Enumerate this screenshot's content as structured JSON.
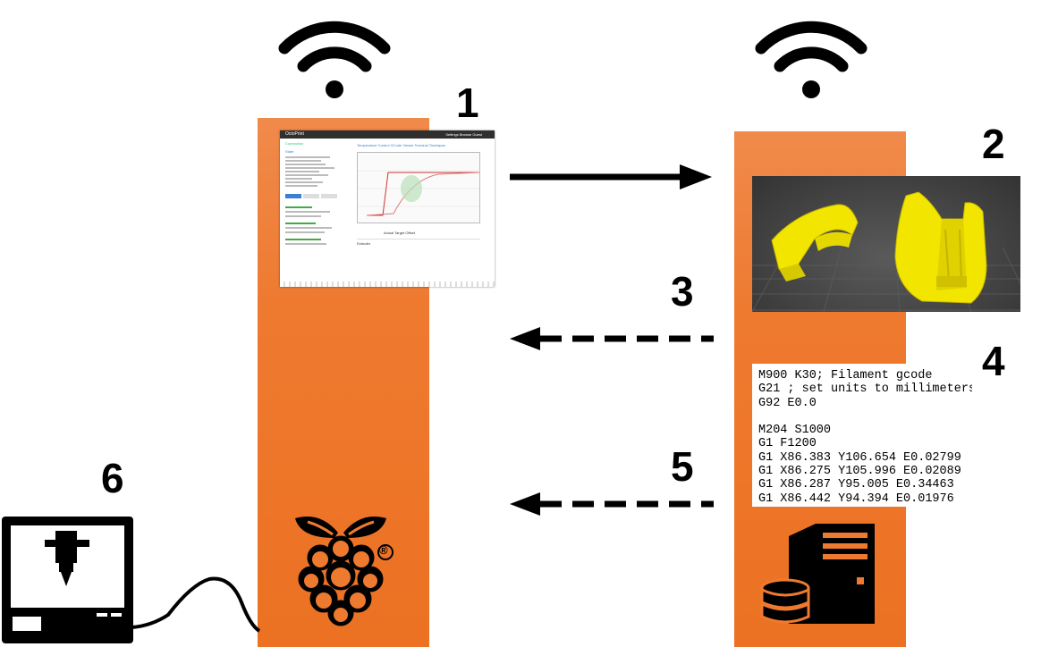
{
  "steps": {
    "one": "1",
    "two": "2",
    "three": "3",
    "four": "4",
    "five": "5",
    "six": "6"
  },
  "colors": {
    "column_orange": "#ee7a30",
    "arrow": "#000000",
    "part_yellow": "#f2e600"
  },
  "icons": {
    "wifi_left": "wifi-icon",
    "wifi_right": "wifi-icon",
    "raspberry": "raspberry-pi-logo-icon",
    "server": "server-database-icon",
    "printer": "3d-printer-icon"
  },
  "octoprint": {
    "app_title": "OctoPrint",
    "nav_right": "Settings   Browse   Guest",
    "sidebar_connection": "Connection",
    "sidebar_state": "State",
    "tabs": "Temperature   Control   GCode Viewer   Terminal   Timelapse",
    "table_header": "Actual   Target   Offset",
    "table_row": "Extruder"
  },
  "registered_mark": "®",
  "gcode_lines": [
    "M900 K30; Filament gcode",
    "G21 ; set units to millimeters",
    "G92 E0.0",
    "",
    "M204 S1000",
    "G1 F1200",
    "G1 X86.383 Y106.654 E0.02799",
    "G1 X86.275 Y105.996 E0.02089",
    "G1 X86.287 Y95.005 E0.34463",
    "G1 X86.442 Y94.394 E0.01976"
  ]
}
